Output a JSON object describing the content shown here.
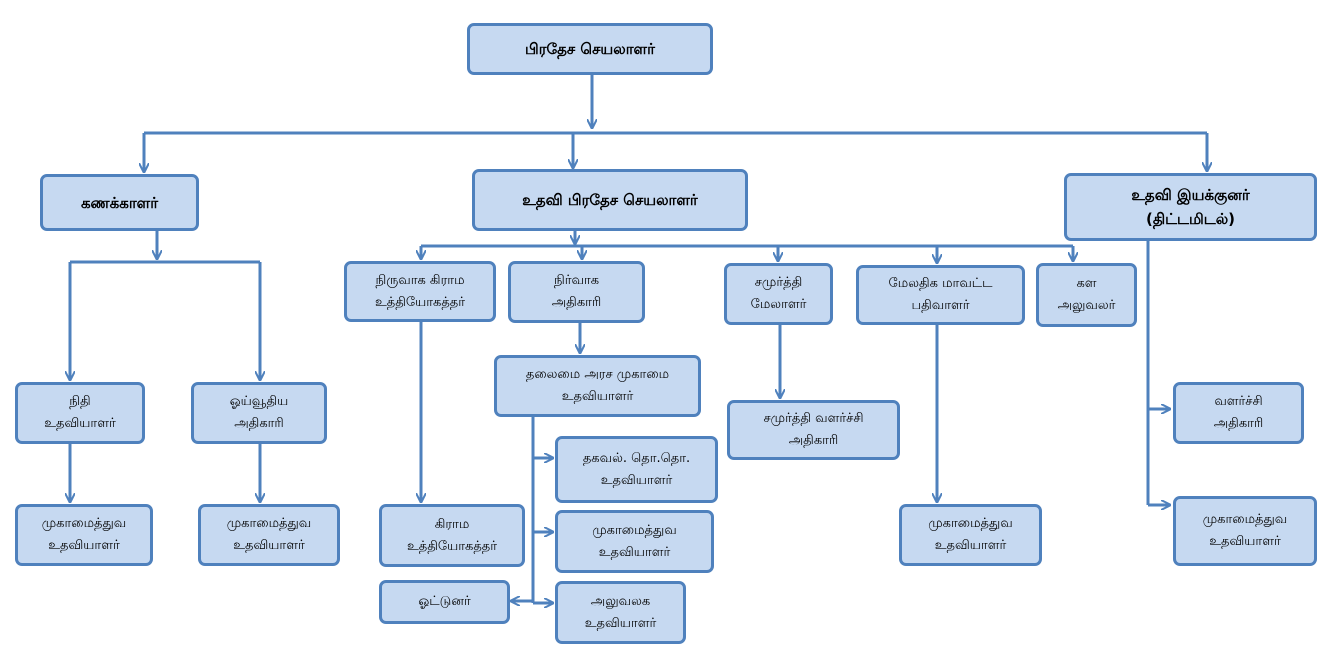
{
  "colors": {
    "box_fill": "#C6D9F1",
    "box_border": "#4F81BD",
    "connector": "#4F81BD"
  },
  "nodes": {
    "divisional_secretary": [
      "பிரதேச செயலாளர்"
    ],
    "accountant": [
      "கணக்காளர்"
    ],
    "asst_divisional_secretary": [
      "உதவி பிரதேச செயலாளர்"
    ],
    "asst_director_planning": [
      "உதவி இயக்குனர்",
      "(திட்டமிடல்)"
    ],
    "finance_assistant": [
      "நிதி",
      "உதவியாளர்"
    ],
    "pension_officer": [
      "ஓய்வூதிய",
      "அதிகாரி"
    ],
    "mgmt_asst_finance": [
      "முகாமைத்துவ",
      "உதவியாளர்"
    ],
    "mgmt_asst_pension": [
      "முகாமைத்துவ",
      "உதவியாளர்"
    ],
    "admin_grama_officer": [
      "நிருவாக கிராம",
      "உத்தியோகத்தர்"
    ],
    "admin_officer": [
      "நிர்வாக",
      "அதிகாரி"
    ],
    "samurdhi_manager": [
      "சமுர்த்தி",
      "மேலாளர்"
    ],
    "addl_district_registrar": [
      "மேலதிக மாவட்ட",
      "பதிவாளர்"
    ],
    "field_officer": [
      "கள",
      "அலுவலர்"
    ],
    "chief_mgmt_asst": [
      "தலைமை அரச முகாமை",
      "உதவியாளர்"
    ],
    "samurdhi_dev_officer": [
      "சமுர்த்தி வளர்ச்சி",
      "அதிகாரி"
    ],
    "it_assistant": [
      "தகவல். தொ.தொ.",
      "உதவியாளர்"
    ],
    "mgmt_asst_admin": [
      "முகாமைத்துவ",
      "உதவியாளர்"
    ],
    "grama_officer": [
      "கிராம",
      "உத்தியோகத்தர்"
    ],
    "driver": [
      "ஓட்டுனர்"
    ],
    "office_assistant": [
      "அலுவலக",
      "உதவியாளர்"
    ],
    "mgmt_asst_registrar": [
      "முகாமைத்துவ",
      "உதவியாளர்"
    ],
    "development_officer": [
      "வளர்ச்சி",
      "அதிகாரி"
    ],
    "mgmt_asst_planning": [
      "முகாமைத்துவ",
      "உதவியாளர்"
    ]
  }
}
